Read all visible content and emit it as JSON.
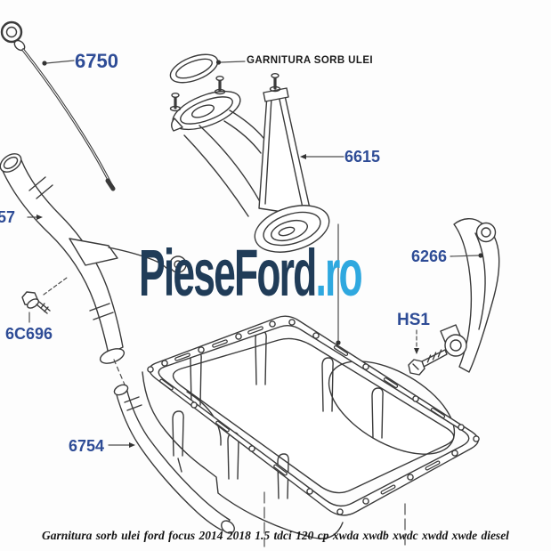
{
  "watermark": {
    "brand": "PieseFord",
    "tld": ".ro",
    "brand_color": "#203c58",
    "tld_color": "#2fa8df"
  },
  "callouts": {
    "gasket": "GARNITURA SORB ULEI"
  },
  "part_labels": {
    "dipstick": "6750",
    "filler_tube": "57",
    "bolt": "6C696",
    "hose": "6754",
    "oil_pickup": "6615",
    "oil_level_sensor": "6266",
    "screw": "HS1"
  },
  "caption": "Garnitura sorb ulei ford focus 2014 2018 1.5 tdci 120 cp xwda xwdb xwdc xwdd xwde diesel",
  "colors": {
    "label": "#2e4c96",
    "line": "#3a3a3a",
    "leader": "#4d4d4d",
    "callout_text": "#1b1b1b",
    "caption_text": "#151515"
  }
}
